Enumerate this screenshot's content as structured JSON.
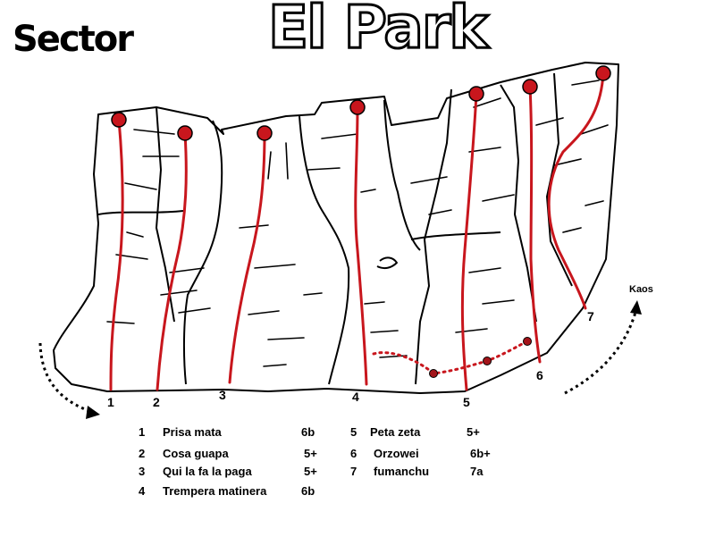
{
  "title": {
    "prefix": "Sector",
    "name": "El Park"
  },
  "direction_label": "Kaos",
  "route_numbers": [
    "1",
    "2",
    "3",
    "4",
    "5",
    "6",
    "7"
  ],
  "routes": [
    {
      "number": "1",
      "name": "Prisa mata",
      "grade": "6b"
    },
    {
      "number": "2",
      "name": "Cosa guapa",
      "grade": "5+"
    },
    {
      "number": "3",
      "name": "Qui la fa la paga",
      "grade": "5+"
    },
    {
      "number": "4",
      "name": "Trempera matinera",
      "grade": "6b"
    },
    {
      "number": "5",
      "name": "Peta zeta",
      "grade": "5+"
    },
    {
      "number": "6",
      "name": "Orzowei",
      "grade": "6b+"
    },
    {
      "number": "7",
      "name": "fumanchu",
      "grade": "7a"
    }
  ],
  "colors": {
    "route_line": "#c8161d",
    "anchor": "#c8161d",
    "rock_outline": "#000000"
  }
}
